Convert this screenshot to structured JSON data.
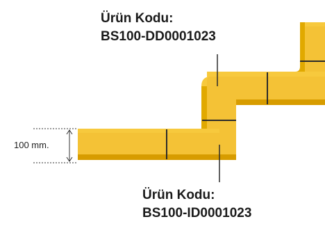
{
  "labels": {
    "upper": {
      "line1": "Ürün Kodu:",
      "line2": "BS100-DD0001023"
    },
    "lower": {
      "line1": "Ürün Kodu:",
      "line2": "BS100-ID0001023"
    }
  },
  "dimension": {
    "text": "100 mm."
  },
  "colors": {
    "strip_top": "#F7C93D",
    "strip_body": "#F4C236",
    "strip_edge": "#E1A900",
    "strip_shadow": "#D79C00",
    "seam_line": "#2b2b2b",
    "leader_line": "#2b2b2b",
    "dimension_line": "#333333",
    "text": "#1a1a1a"
  }
}
